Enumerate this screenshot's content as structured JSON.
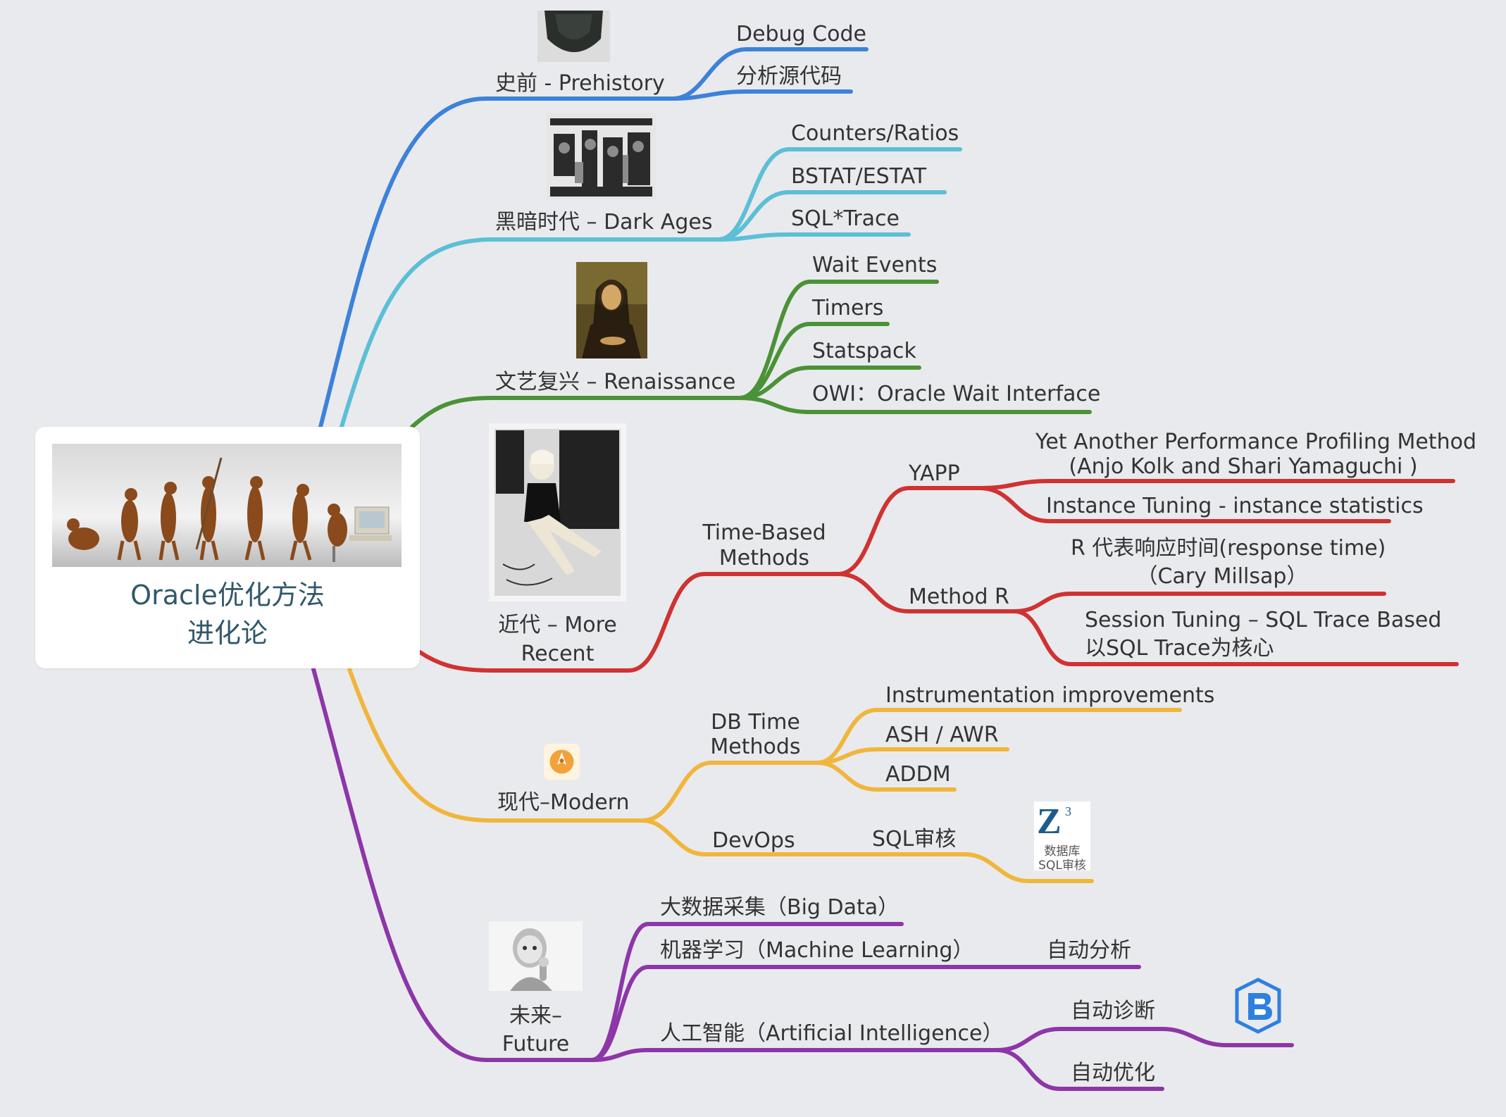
{
  "root": {
    "title_line1": "Oracle优化方法",
    "title_line2": "进化论",
    "image": "evolution-of-man-illustration"
  },
  "colors": {
    "background": "#e9eaed",
    "prehistory": "#3d82d9",
    "dark_ages": "#5bbfd6",
    "renaissance": "#4a9237",
    "recent": "#d03232",
    "modern": "#f0b63c",
    "future": "#8d36a8"
  },
  "branches": {
    "prehistory": {
      "label": "史前 - Prehistory",
      "image": "stone-artifact-photo",
      "children": [
        "Debug Code",
        "分析源代码"
      ]
    },
    "dark_ages": {
      "label": "黑暗时代 – Dark Ages",
      "image": "medieval-engraving",
      "children": [
        "Counters/Ratios",
        "BSTAT/ESTAT",
        "SQL*Trace"
      ]
    },
    "renaissance": {
      "label": "文艺复兴 – Renaissance",
      "image": "mona-lisa-painting",
      "children": [
        "Wait Events",
        "Timers",
        "Statspack",
        "OWI：Oracle Wait Interface"
      ]
    },
    "recent": {
      "label_line1": "近代 – More",
      "label_line2": "Recent",
      "image": "vintage-photo-woman",
      "time_based": {
        "label_line1": "Time-Based",
        "label_line2": "Methods",
        "yapp": {
          "label": "YAPP",
          "children": [
            {
              "line1": "Yet Another Performance Profiling Method",
              "line2": "(Anjo Kolk and Shari Yamaguchi )"
            },
            {
              "line1": "Instance Tuning - instance statistics"
            }
          ]
        },
        "method_r": {
          "label": "Method R",
          "children": [
            {
              "line1": "R 代表响应时间(response time)",
              "line2": "（Cary Millsap）"
            },
            {
              "line1": "Session Tuning – SQL Trace Based",
              "line2": "以SQL Trace为核心"
            }
          ]
        }
      }
    },
    "modern": {
      "label": "现代–Modern",
      "image": "orange-rocket-icon",
      "db_time": {
        "label_line1": "DB Time",
        "label_line2": "Methods",
        "children": [
          "Instrumentation improvements",
          "ASH / AWR",
          "ADDM"
        ]
      },
      "devops": {
        "label": "DevOps",
        "child": "SQL审核",
        "logo_mark": "Z",
        "logo_sup": "3",
        "logo_text1": "数据库",
        "logo_text2": "SQL审核"
      }
    },
    "future": {
      "label_line1": "未来–",
      "label_line2": "Future",
      "image": "robot-thinking-photo",
      "big_data": "大数据采集（Big Data）",
      "ml": {
        "label": "机器学习（Machine Learning）",
        "child": "自动分析"
      },
      "ai": {
        "label": "人工智能（Artificial Intelligence）",
        "children": [
          "自动诊断",
          "自动优化"
        ],
        "logo": "blue-b-shield-logo"
      }
    }
  }
}
